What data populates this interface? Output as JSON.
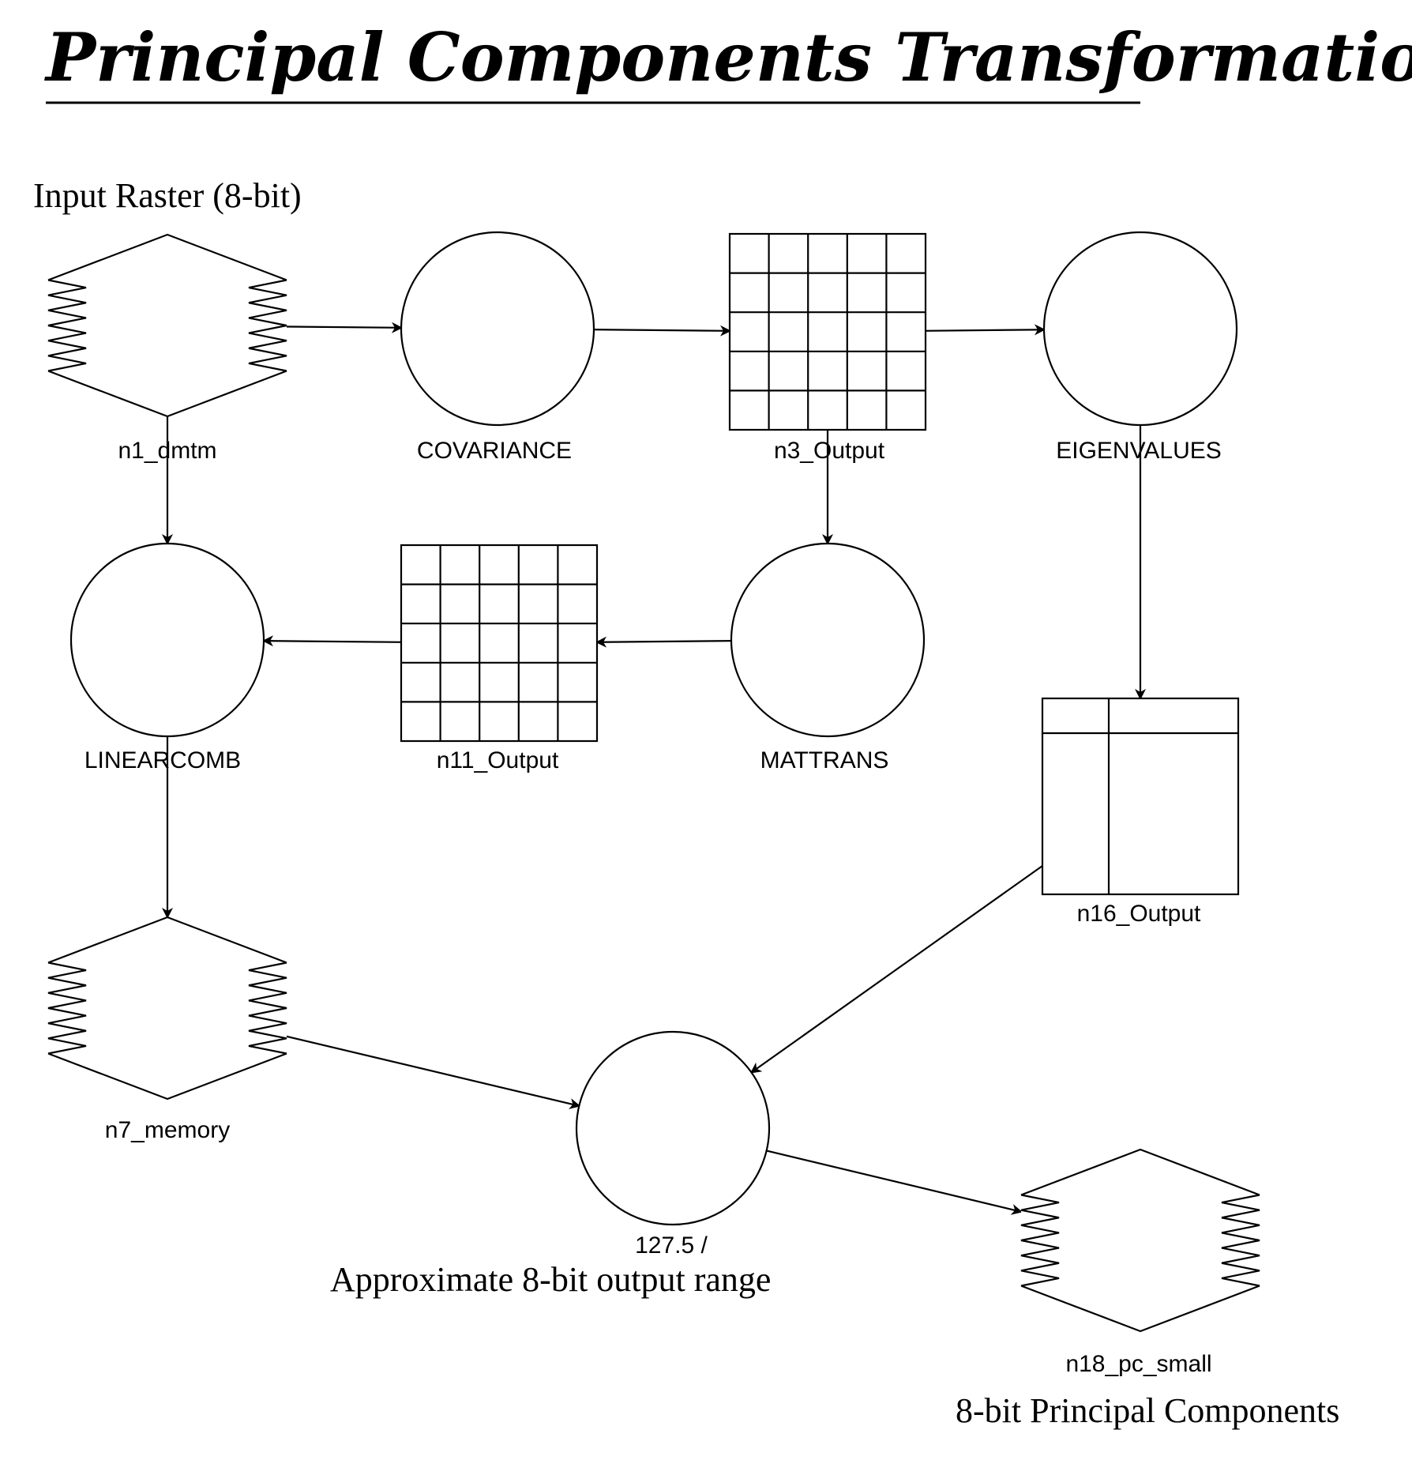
{
  "title": "Principal Components Transformation",
  "captions": {
    "input": "Input Raster (8-bit)",
    "range": "Approximate 8-bit output range",
    "output": "8-bit Principal Components"
  },
  "nodes": {
    "n1_dmtm": {
      "type": "raster",
      "label": "n1_dmtm"
    },
    "covariance": {
      "type": "function",
      "label": "COVARIANCE"
    },
    "n3_output": {
      "type": "matrix",
      "label": "n3_Output"
    },
    "eigenvalues": {
      "type": "function",
      "label": "EIGENVALUES"
    },
    "linearcomb": {
      "type": "function",
      "label": "LINEARCOMB"
    },
    "n11_output": {
      "type": "matrix",
      "label": "n11_Output"
    },
    "mattrans": {
      "type": "function",
      "label": "MATTRANS"
    },
    "n16_output": {
      "type": "table",
      "label": "n16_Output"
    },
    "n7_memory": {
      "type": "raster",
      "label": "n7_memory"
    },
    "scale": {
      "type": "function",
      "label": "127.5 /"
    },
    "n18_pc_small": {
      "type": "raster",
      "label": "n18_pc_small"
    }
  },
  "edges": [
    [
      "n1_dmtm",
      "covariance"
    ],
    [
      "covariance",
      "n3_output"
    ],
    [
      "n3_output",
      "eigenvalues"
    ],
    [
      "n1_dmtm",
      "linearcomb"
    ],
    [
      "n3_output",
      "mattrans"
    ],
    [
      "eigenvalues",
      "n16_output"
    ],
    [
      "mattrans",
      "n11_output"
    ],
    [
      "n11_output",
      "linearcomb"
    ],
    [
      "linearcomb",
      "n7_memory"
    ],
    [
      "n7_memory",
      "scale"
    ],
    [
      "n16_output",
      "scale"
    ],
    [
      "scale",
      "n18_pc_small"
    ]
  ]
}
